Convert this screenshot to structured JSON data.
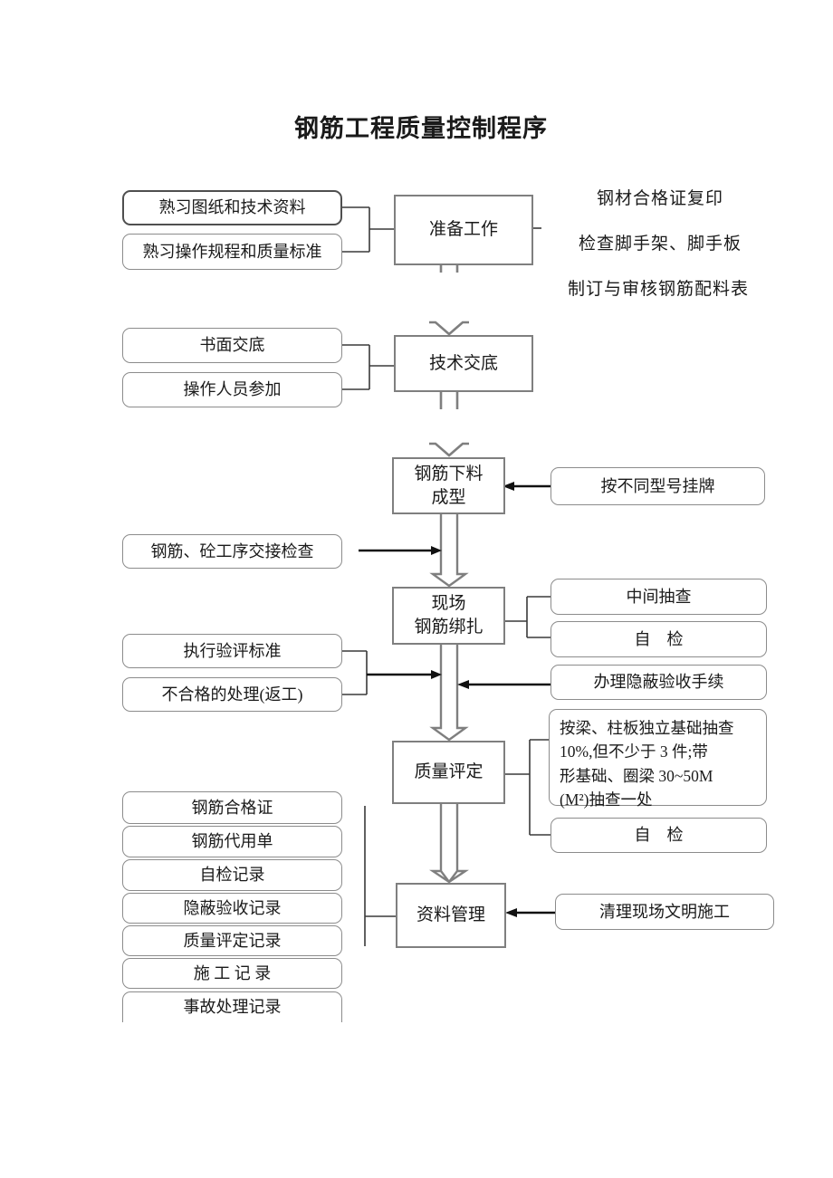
{
  "page": {
    "title": "钢筋工程质量控制程序"
  },
  "colors": {
    "box_border": "#8c8c8c",
    "center_box_border": "#7f7f7f",
    "dark_box_border": "#4f4f4f",
    "arrow_black": "#111111",
    "hollow_arrow_gray": "#7f7f7f",
    "text": "#1a1a1a",
    "background": "#ffffff"
  },
  "center_boxes": [
    "准备工作",
    "技术交底",
    "钢筋下料\n成型",
    "现场\n钢筋绑扎",
    "质量评定",
    "资料管理"
  ],
  "left_boxes": [
    "熟习图纸和技术资料",
    "熟习操作规程和质量标准",
    "书面交底",
    "操作人员参加",
    "钢筋、砼工序交接检查",
    "执行验评标准",
    "不合格的处理(返工)",
    "钢筋合格证",
    "钢筋代用单",
    "自检记录",
    "隐蔽验收记录",
    "质量评定记录",
    "施 工 记 录",
    "事故处理记录"
  ],
  "right_boxes": [
    "按不同型号挂牌",
    "中间抽查",
    "自　检",
    "办理隐蔽验收手续",
    "按梁、柱板独立基础抽查\n10%,但不少于 3 件;带\n形基础、圈梁 30~50M\n(M²)抽查一处",
    "自　检",
    "清理现场文明施工"
  ],
  "annotations": [
    "钢材合格证复印",
    "检查脚手架、脚手板",
    "制订与审核钢筋配料表"
  ]
}
